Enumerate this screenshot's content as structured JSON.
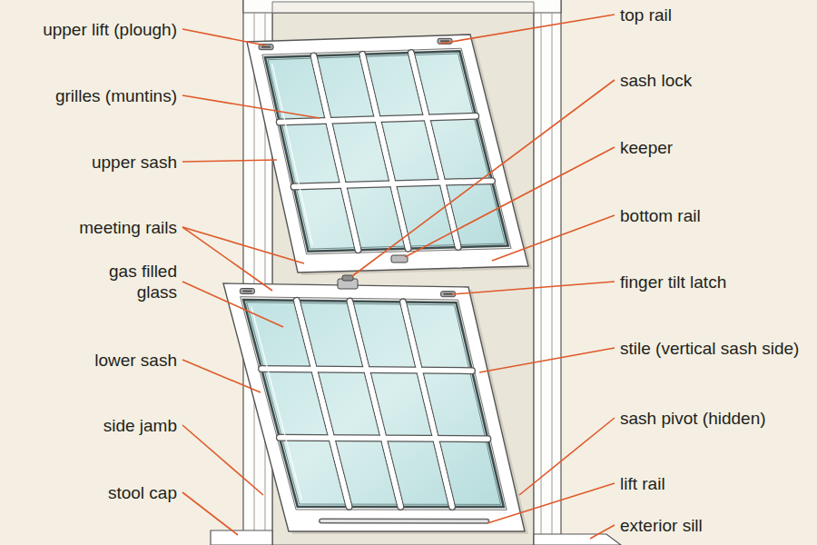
{
  "diagram": {
    "labels": [
      "upper lift (plough)",
      "grilles (muntins)",
      "upper sash",
      "meeting rails",
      "gas filled glass",
      "lower sash",
      "side jamb",
      "stool cap",
      "top rail",
      "sash lock",
      "keeper",
      "bottom rail",
      "finger tilt latch",
      "stile (vertical sash side)",
      "sash pivot (hidden)",
      "lift rail",
      "exterior sill"
    ]
  }
}
